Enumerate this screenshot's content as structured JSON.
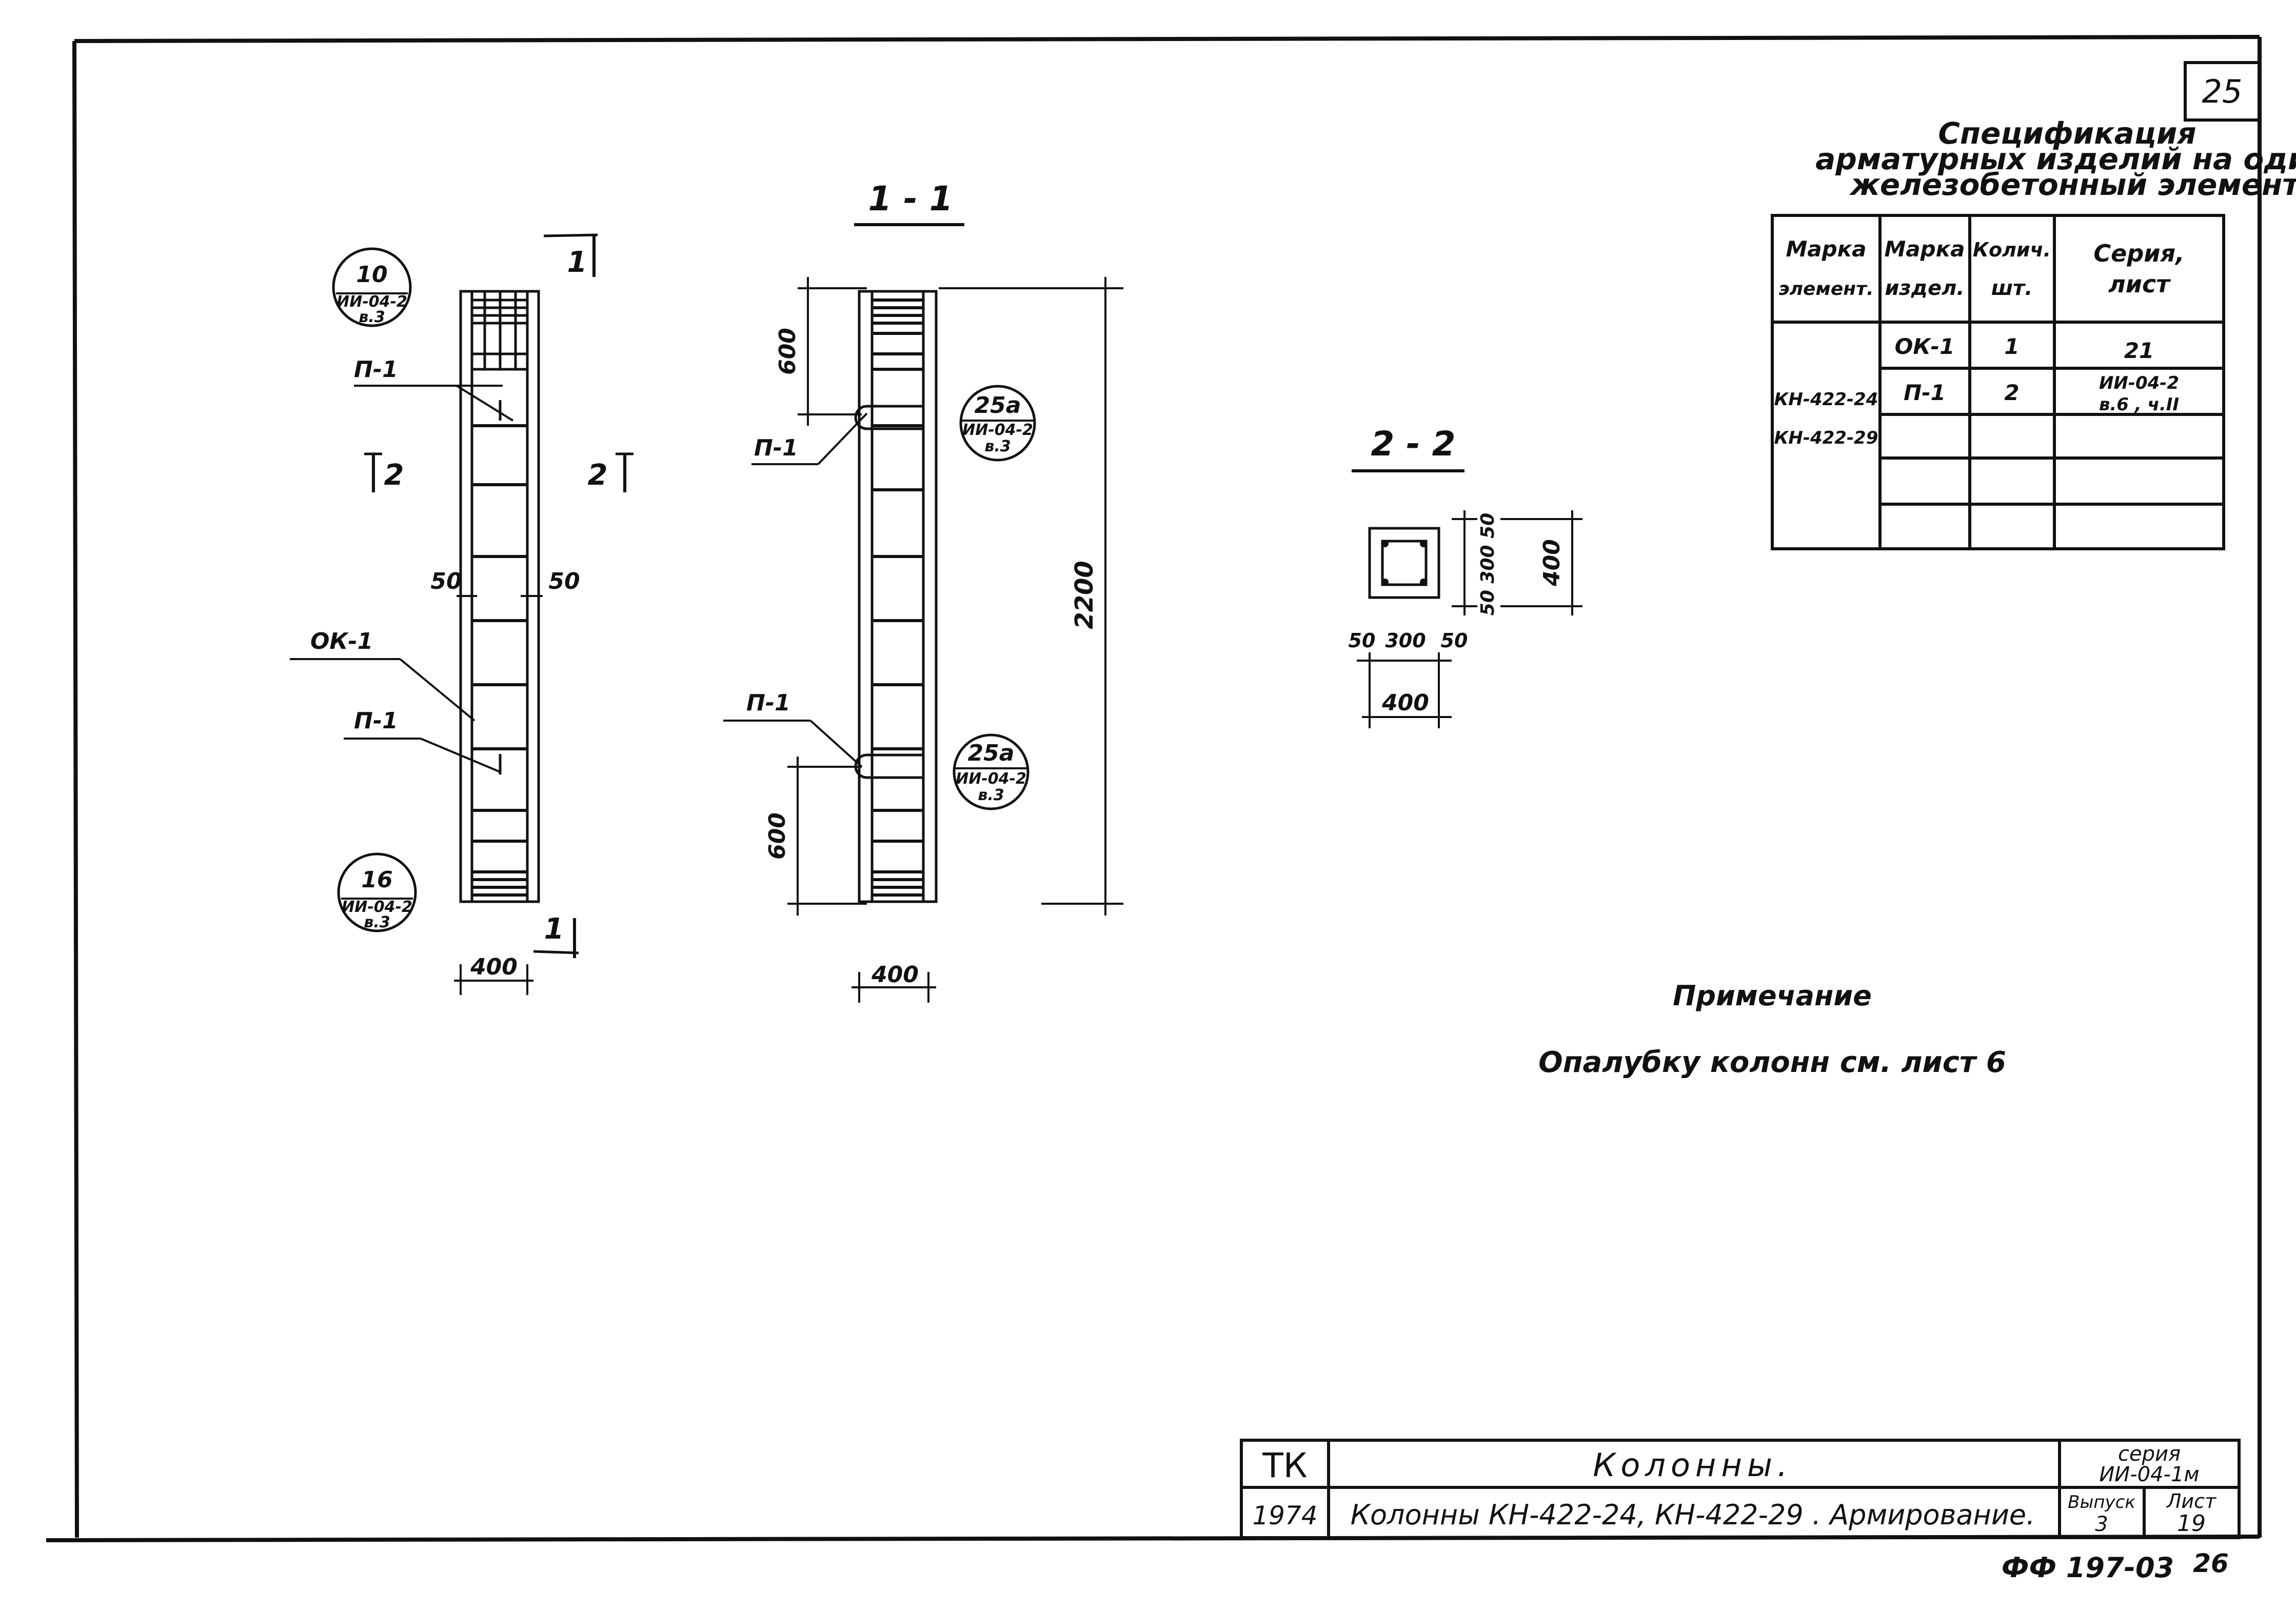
{
  "sheet_number": "25",
  "bottom_stamp": "ФФ 197-03",
  "bottom_page": "26",
  "elevation": {
    "marker_1_top": "1",
    "marker_1_bottom": "1",
    "marker_2_left": "2",
    "marker_2_right": "2",
    "dim_left": "50",
    "dim_right": "50",
    "dim_width": "400",
    "label_p1_top": "П-1",
    "label_ok1": "ОК-1",
    "label_p1_mid": "П-1",
    "callout_top": {
      "num": "10",
      "ref": "ИИ-04-2",
      "sub": "в.3"
    },
    "callout_bottom": {
      "num": "16",
      "ref": "ИИ-04-2",
      "sub": "в.3"
    }
  },
  "section_1_1": {
    "title": "1 - 1",
    "dim_top": "600",
    "dim_bottom": "600",
    "dim_total": "2200",
    "dim_width": "400",
    "label_p1_top": "П-1",
    "label_p1_bottom": "П-1",
    "callout_top": {
      "num": "25а",
      "ref": "ИИ-04-2",
      "sub": "в.3"
    },
    "callout_bottom": {
      "num": "25а",
      "ref": "ИИ-04-2",
      "sub": "в.3"
    }
  },
  "section_2_2": {
    "title": "2 - 2",
    "dims_h": [
      "50",
      "300",
      "50"
    ],
    "dim_h_total": "400",
    "dims_v": "50 300 50",
    "dim_v_total": "400"
  },
  "spec": {
    "title_line1": "Спецификация",
    "title_line2": "арматурных изделий на один",
    "title_line3": "железобетонный элемент",
    "headers": {
      "col1": [
        "Марка",
        "элемент."
      ],
      "col2": [
        "Марка",
        "издел."
      ],
      "col3": [
        "Колич.",
        "шт."
      ],
      "col4": [
        "Серия,",
        "лист"
      ]
    },
    "elements": [
      "КН-422-24",
      "КН-422-29"
    ],
    "rows": [
      {
        "mark": "ОК-1",
        "qty": "1",
        "series": "21",
        "series2": ""
      },
      {
        "mark": "П-1",
        "qty": "2",
        "series": "ИИ-04-2",
        "series2": "в.6 , ч.II"
      }
    ]
  },
  "note": {
    "heading": "Примечание",
    "text": "Опалубку колонн см. лист 6"
  },
  "title_block": {
    "org": "ТК",
    "year": "1974",
    "title": "Колонны.",
    "subtitle": "Колонны КН-422-24, КН-422-29 . Армирование.",
    "series_label": "серия",
    "series_value": "ИИ-04-1м",
    "issue_label": "Выпуск",
    "issue_value": "3",
    "sheet_label": "Лист",
    "sheet_value": "19"
  }
}
